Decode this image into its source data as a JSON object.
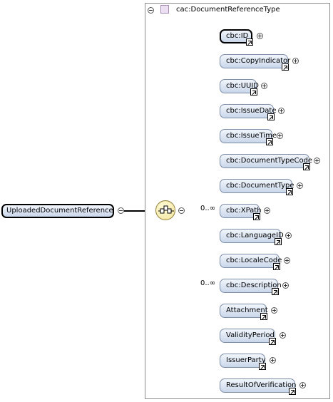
{
  "root_element": "UploadedDocumentReference",
  "type_name": "cac:DocumentReferenceType",
  "children": [
    {
      "label": "cbc:ID",
      "occurrence": ""
    },
    {
      "label": "cbc:CopyIndicator",
      "occurrence": ""
    },
    {
      "label": "cbc:UUID",
      "occurrence": ""
    },
    {
      "label": "cbc:IssueDate",
      "occurrence": ""
    },
    {
      "label": "cbc:IssueTime",
      "occurrence": ""
    },
    {
      "label": "cbc:DocumentTypeCode",
      "occurrence": ""
    },
    {
      "label": "cbc:DocumentType",
      "occurrence": ""
    },
    {
      "label": "cbc:XPath",
      "occurrence": "0..∞"
    },
    {
      "label": "cbc:LanguageID",
      "occurrence": ""
    },
    {
      "label": "cbc:LocaleCode",
      "occurrence": ""
    },
    {
      "label": "cbc:Description",
      "occurrence": "0..∞"
    },
    {
      "label": "Attachment",
      "occurrence": ""
    },
    {
      "label": "ValidityPeriod",
      "occurrence": ""
    },
    {
      "label": "IssuerParty",
      "occurrence": ""
    },
    {
      "label": "ResultOfVerification",
      "occurrence": ""
    }
  ],
  "icons": {
    "collapse": "collapse-icon",
    "expand": "expand-icon",
    "reference": "reference-arrow-icon",
    "sequence": "sequence-compositor-icon",
    "type": "complex-type-icon"
  }
}
